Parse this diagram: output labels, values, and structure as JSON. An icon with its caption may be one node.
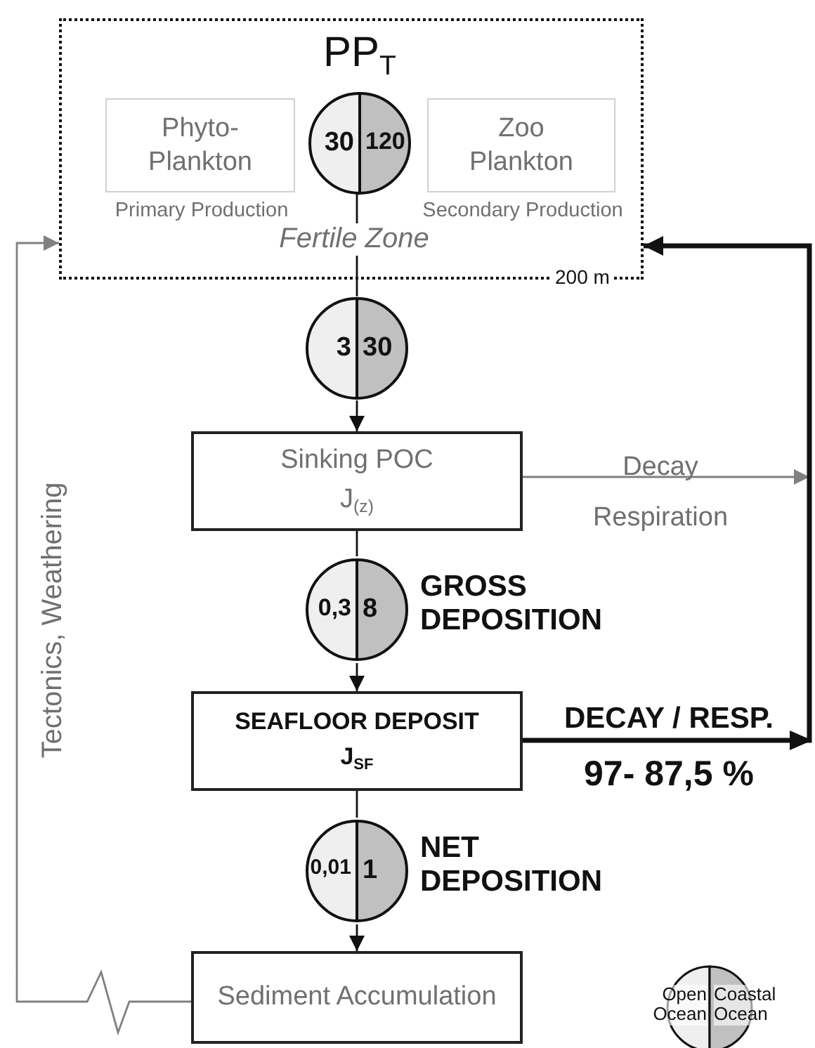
{
  "diagram": {
    "nodes": [
      {
        "text": [
          "Fertile Zone"
        ],
        "beside": [
          "200 m"
        ]
      },
      {
        "text": [
          "Phyto- Plankton"
        ],
        "in": 0,
        "beside": [
          "Primary Production"
        ]
      },
      {
        "text": [
          "PP$_{T}$",
          "30",
          "120"
        ],
        "in": 0
      },
      {
        "text": [
          "Zoo Plankton"
        ],
        "in": 0,
        "beside": [
          "Secondary Production"
        ]
      },
      {
        "text": [
          "3",
          "30"
        ]
      },
      {
        "text": [
          "Sinking POC",
          "J$_{(z)}$"
        ]
      },
      {
        "text": [
          "0,3",
          "8"
        ],
        "beside": [
          "GROSS DEPOSITION"
        ]
      },
      {
        "text": [
          "SEAFLOOR DEPOSIT",
          "J$_{SF}$"
        ]
      },
      {
        "text": [
          "0,01",
          "1"
        ],
        "beside": [
          "NET DEPOSITION"
        ]
      },
      {
        "text": [
          "Sediment Accumulation"
        ]
      }
    ],
    "edges": [
      {
        "from": 2,
        "to": 4,
        "arrow": "none"
      },
      {
        "from": 4,
        "to": 5,
        "arrow": "to"
      },
      {
        "from": 5,
        "to": 6,
        "arrow": "none"
      },
      {
        "from": 6,
        "to": 7,
        "arrow": "to"
      },
      {
        "from": 7,
        "to": 8,
        "arrow": "none"
      },
      {
        "from": 8,
        "to": 9,
        "arrow": "to"
      },
      {
        "from": 5,
        "to": null,
        "arrow": "to",
        "label": "Decay",
        "color": "#808080"
      },
      {
        "from": 7,
        "to": 0,
        "arrow": "to",
        "label": "DECAY / RESP.",
        "style": "thick"
      },
      {
        "from": 9,
        "to": 0,
        "arrow": "to",
        "color": "#808080"
      }
    ],
    "labels": [
      "Respiration",
      "97- 87,5 %",
      "Tectonics, Weathering"
    ],
    "legend": [
      {
        "text": "Open Ocean",
        "color": "#efefef"
      },
      {
        "text": "Coastal Ocean",
        "color": "#c0c0c0"
      }
    ]
  }
}
